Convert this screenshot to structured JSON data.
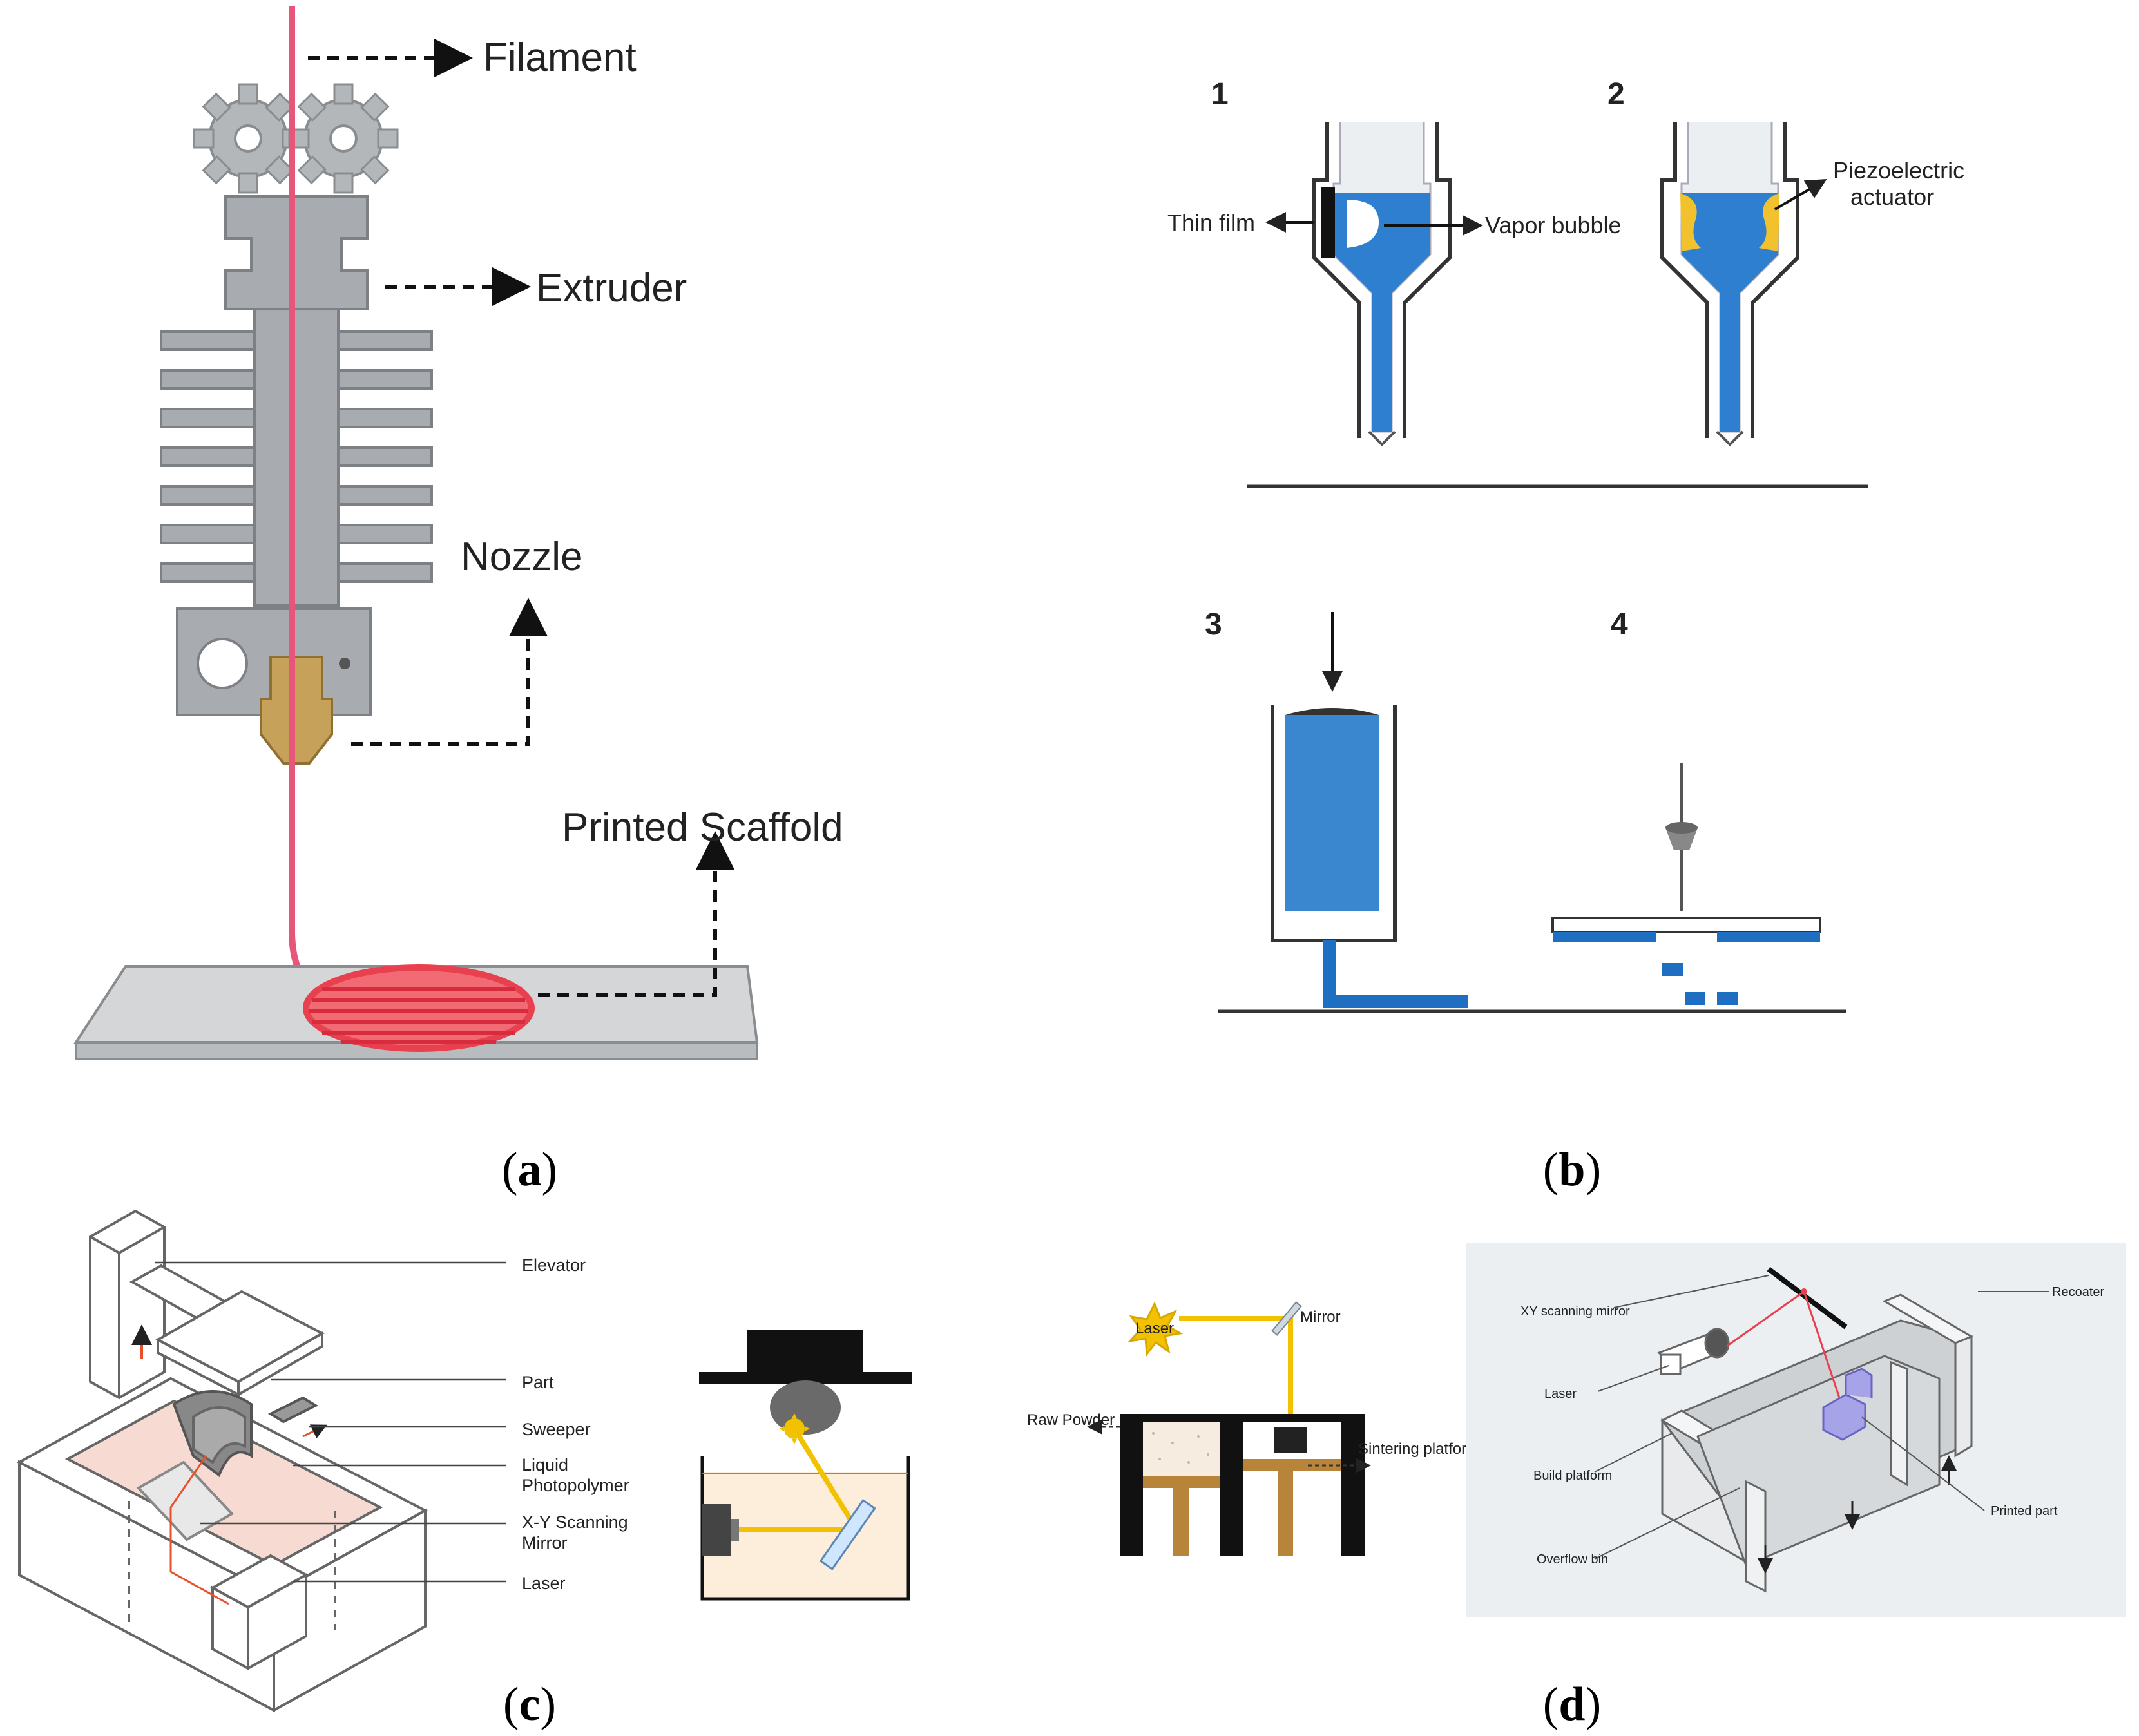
{
  "panel_a": {
    "filament": "Filament",
    "extruder": "Extruder",
    "nozzle": "Nozzle",
    "printed_scaffold": "Printed Scaffold",
    "caption_letter": "a"
  },
  "panel_b": {
    "num1": "1",
    "num2": "2",
    "num3": "3",
    "num4": "4",
    "thin_film": "Thin film",
    "vapor_bubble": "Vapor bubble",
    "piezo_line1": "Piezoelectric",
    "piezo_line2": "actuator",
    "caption_letter": "b"
  },
  "panel_c": {
    "elevator": "Elevator",
    "part": "Part",
    "sweeper": "Sweeper",
    "liquid_line1": "Liquid",
    "liquid_line2": "Photopolymer",
    "xy_line1": "X-Y Scanning",
    "xy_line2": "Mirror",
    "laser": "Laser",
    "caption_letter": "c"
  },
  "panel_d": {
    "laser": "Laser",
    "mirror": "Mirror",
    "raw_powder": "Raw Powder",
    "sintering_platform": "Sintering platform",
    "xy_scanning_mirror": "XY scanning mirror",
    "recoater": "Recoater",
    "laser2": "Laser",
    "build_platform": "Build platform",
    "printed_part": "Printed part",
    "overflow_bin": "Overflow bin",
    "caption_letter": "d"
  },
  "colors": {
    "metal": "#a8acb0",
    "metal_dark": "#7d8185",
    "filament": "#e8557a",
    "scaffold": "#e8404f",
    "brass": "#c6a15a",
    "ink_blue": "#2f7fd0",
    "actuator_yellow": "#f2c12e",
    "laser_red": "#e8502a",
    "beam_yellow": "#f2c200",
    "powder_brown": "#b8843a",
    "part_purple": "#a7a3e8"
  }
}
